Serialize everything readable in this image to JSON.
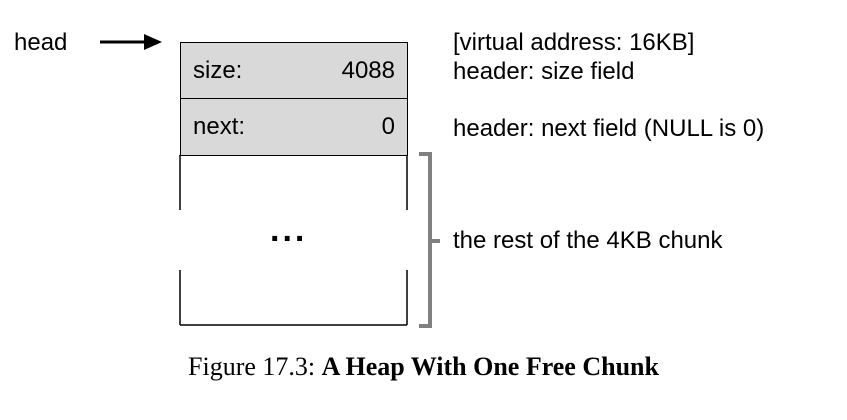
{
  "head_label": "head",
  "header_cells": [
    {
      "key": "size:",
      "value": "4088"
    },
    {
      "key": "next:",
      "value": "0"
    }
  ],
  "annotations": {
    "address": "[virtual address: 16KB]",
    "size_field": "header: size field",
    "next_field": "header: next field (NULL is 0)",
    "rest": "the rest of the 4KB chunk"
  },
  "ellipsis": "...",
  "caption": {
    "prefix": "Figure 17.3:",
    "title": "A Heap With One Free Chunk"
  },
  "colors": {
    "header_fill": "#d9d9d9",
    "bracket": "#808080"
  }
}
